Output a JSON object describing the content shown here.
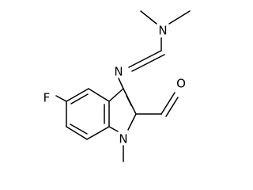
{
  "molecule": {
    "atoms": {
      "fluorine": "F",
      "indole_nitrogen": "N",
      "imine_nitrogen": "N",
      "amine_nitrogen": "N",
      "aldehyde_oxygen": "O"
    }
  },
  "colors": {
    "bond": "#000000",
    "label": "#000000",
    "background": "#ffffff"
  }
}
